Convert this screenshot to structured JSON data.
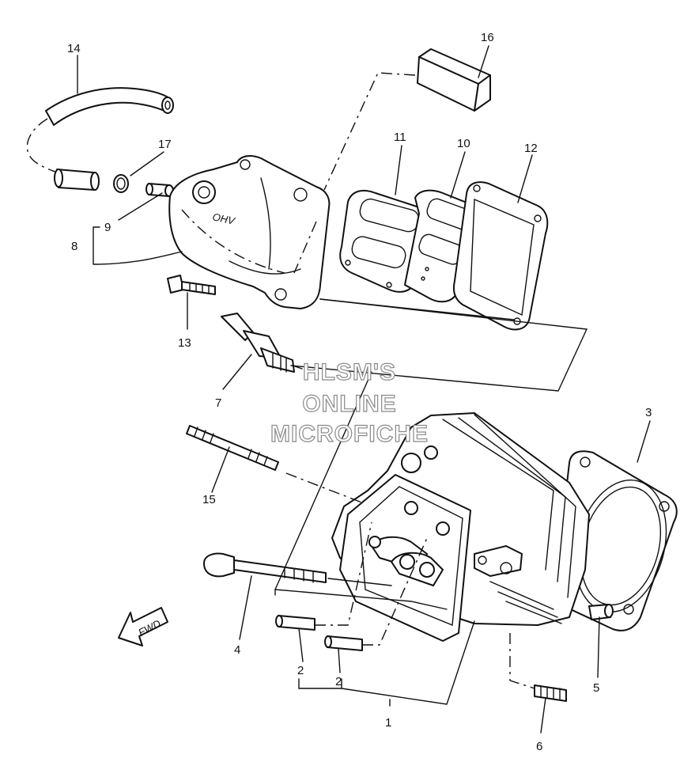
{
  "callouts": [
    {
      "id": "c1",
      "label": "1"
    },
    {
      "id": "c2a",
      "label": "2"
    },
    {
      "id": "c2b",
      "label": "2"
    },
    {
      "id": "c3",
      "label": "3"
    },
    {
      "id": "c4",
      "label": "4"
    },
    {
      "id": "c5",
      "label": "5"
    },
    {
      "id": "c6",
      "label": "6"
    },
    {
      "id": "c7",
      "label": "7"
    },
    {
      "id": "c8",
      "label": "8"
    },
    {
      "id": "c9",
      "label": "9"
    },
    {
      "id": "c10",
      "label": "10"
    },
    {
      "id": "c11",
      "label": "11"
    },
    {
      "id": "c12",
      "label": "12"
    },
    {
      "id": "c13",
      "label": "13"
    },
    {
      "id": "c14",
      "label": "14"
    },
    {
      "id": "c15",
      "label": "15"
    },
    {
      "id": "c16",
      "label": "16"
    },
    {
      "id": "c17",
      "label": "17"
    }
  ],
  "watermark": {
    "line1": "HLSM'S",
    "line2": "ONLINE",
    "line3": "MICROFICHE"
  },
  "direction_arrow": {
    "label": "FWD"
  }
}
